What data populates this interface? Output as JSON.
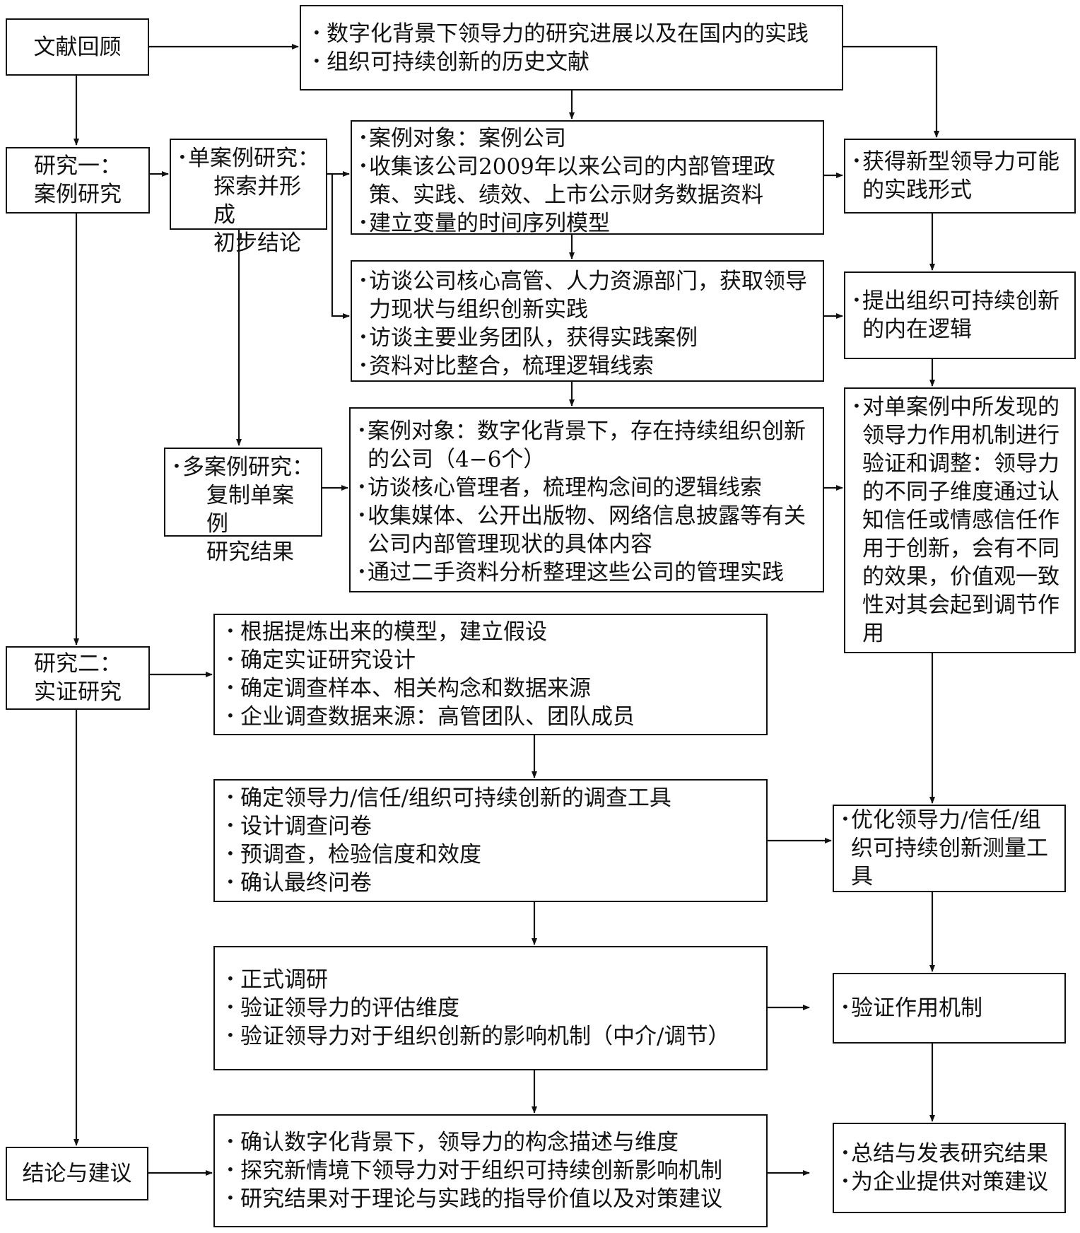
{
  "left": {
    "literature": "文献回顾",
    "study1": [
      "研究一：",
      "案例研究"
    ],
    "study2": [
      "研究二：",
      "实证研究"
    ],
    "conclusion": "结论与建议"
  },
  "single_case": [
    "单案例研究：",
    "探索并形成",
    "初步结论"
  ],
  "multi_case": [
    "多案例研究：",
    "复制单案例",
    "研究结果"
  ],
  "lit_box": [
    "数字化背景下领导力的研究进展以及在国内的实践",
    "组织可持续创新的历史文献"
  ],
  "case_box1": [
    "案例对象：案例公司",
    "收集该公司2009年以来公司的内部管理政策、实践、绩效、上市公示财务数据资料",
    "建立变量的时间序列模型"
  ],
  "case_box2": [
    "访谈公司核心高管、人力资源部门，获取领导力现状与组织创新实践",
    "访谈主要业务团队，获得实践案例",
    "资料对比整合，梳理逻辑线索"
  ],
  "case_box3": [
    "案例对象：数字化背景下，存在持续组织创新的公司（4−6个）",
    "访谈核心管理者，梳理构念间的逻辑线索",
    "收集媒体、公开出版物、网络信息披露等有关公司内部管理现状的具体内容",
    "通过二手资料分析整理这些公司的管理实践"
  ],
  "emp_box1": [
    "根据提炼出来的模型，建立假设",
    "确定实证研究设计",
    "确定调查样本、相关构念和数据来源",
    "企业调查数据来源：高管团队、团队成员"
  ],
  "emp_box2": [
    "确定领导力/信任/组织可持续创新的调查工具",
    "设计调查问卷",
    "预调查，检验信度和效度",
    "确认最终问卷"
  ],
  "emp_box3": [
    "正式调研",
    "验证领导力的评估维度",
    "验证领导力对于组织创新的影响机制（中介/调节）"
  ],
  "conc_box": [
    "确认数字化背景下，领导力的构念描述与维度",
    "探究新情境下领导力对于组织可持续创新影响机制",
    "研究结果对于理论与实践的指导价值以及对策建议"
  ],
  "right": {
    "r1": [
      "获得新型领导力可能的实践形式"
    ],
    "r2": [
      "提出组织可持续创新的内在逻辑"
    ],
    "r3": [
      "对单案例中所发现的领导力作用机制进行验证和调整：领导力的不同子维度通过认知信任或情感信任作用于创新，会有不同的效果，价值观一致性对其会起到调节作用"
    ],
    "r4": [
      "优化领导力/信任/组织可持续创新测量工具"
    ],
    "r5": [
      "验证作用机制"
    ],
    "r6": [
      "总结与发表研究结果",
      "为企业提供对策建议"
    ]
  }
}
